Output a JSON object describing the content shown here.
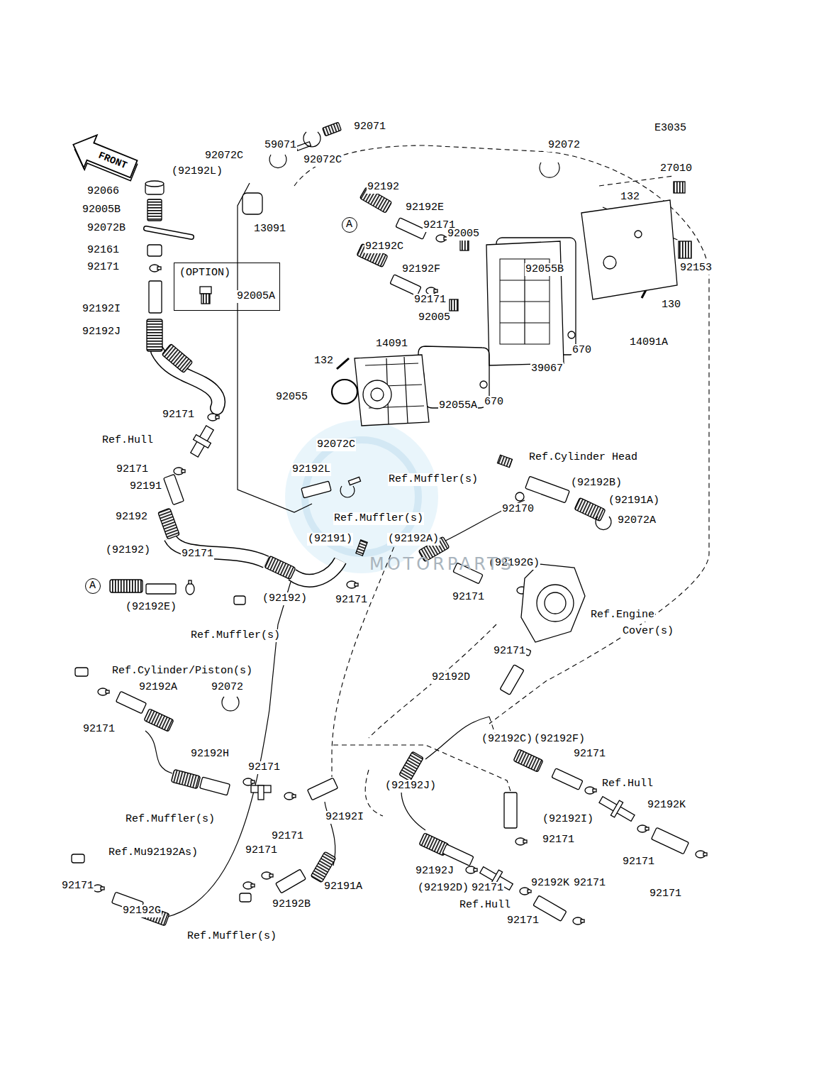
{
  "diagram": {
    "nodes": [
      {
        "text": [
          "FRONT"
        ]
      },
      {
        "text": [
          "A"
        ]
      },
      {
        "text": [
          "(OPTION)",
          "92005A"
        ]
      },
      {
        "text": [
          "A"
        ]
      }
    ],
    "labels": [
      "E3035",
      "92071",
      "59071",
      "92072C",
      "(92192L)",
      "92072C",
      "92072",
      "27010",
      "92066",
      "92005B",
      "92072B",
      "92161",
      "92171",
      "92192I",
      "92192J",
      "92192",
      "92192E",
      "92171",
      "92005",
      "132",
      "92153",
      "13091",
      "92192C",
      "92192F",
      "92055B",
      "92171",
      "92005",
      "130",
      "14091A",
      "670",
      "14091",
      "132",
      "39067",
      "670",
      "92055A",
      "92055",
      "92171",
      "Ref.Hull",
      "92072C",
      "Ref.Cylinder Head",
      "92192L",
      "Ref.Muffler(s)",
      "(92192B)",
      "92171",
      "92191",
      "92170",
      "(92191A)",
      "Ref.Muffler(s)",
      "92192",
      "92072A",
      "(92191)",
      "(92192A)",
      "(92192)",
      "92171",
      "(92192G)",
      "92171",
      "(92192)",
      "92171",
      "Ref.Engine",
      "Cover(s)",
      "(92192E)",
      "Ref.Muffler(s)",
      "92171",
      "92192D",
      "Ref.Cylinder/Piston(s)",
      "92192A",
      "92072",
      "92171",
      "(92192C)",
      "(92192F)",
      "92171",
      "92192H",
      "92171",
      "(92192J)",
      "Ref.Hull",
      "92192K",
      "Ref.Muffler(s)",
      "92192I",
      "(92192I)",
      "92171",
      "92171",
      "Ref.Muffler(s)",
      "92171",
      "92192A",
      "92171",
      "92192J",
      "(92192D)",
      "92171",
      "92171",
      "92192K",
      "92191A",
      "92171",
      "92171",
      "Ref.Hull",
      "92171",
      "92192G",
      "Ref.Muffler(s)",
      "92192B",
      "MOTORPARTS"
    ]
  }
}
